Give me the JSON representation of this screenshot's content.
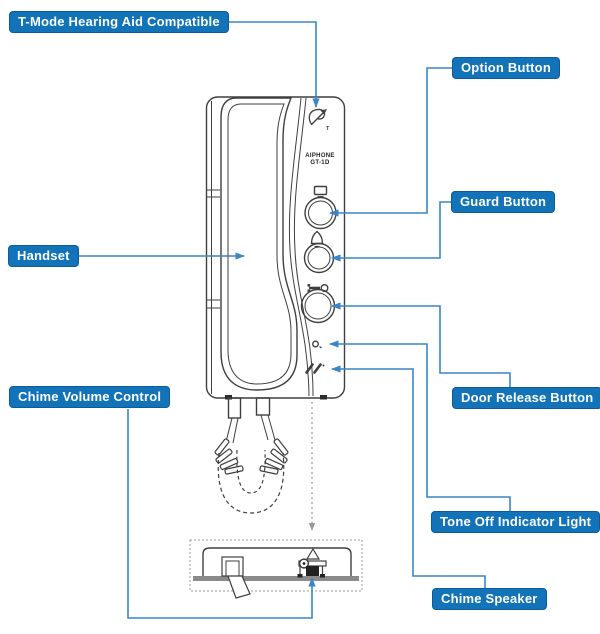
{
  "diagram_title": "Intercom handset station feature diagram",
  "device": {
    "brand": "AIPHONE",
    "model": "GT-1D",
    "t_mark": "T"
  },
  "callouts": {
    "t_mode": "T-Mode Hearing Aid Compatible",
    "option": "Option Button",
    "guard": "Guard Button",
    "handset": "Handset",
    "chime_volume": "Chime Volume Control",
    "door_release": "Door Release Button",
    "tone_off": "Tone Off Indicator Light",
    "chime_speaker": "Chime Speaker"
  },
  "icons": {
    "hearing_aid": "ear-with-arrow-t-mode-icon",
    "option_button": "door-station-monitor-icon",
    "guard_button": "bell-icon",
    "door_release_button": "key-icon",
    "tone_off_indicator": "led-dot-icon",
    "chime_speaker": "speaker-slits-icon",
    "chime_mechanism": "bell-triangle-icon"
  },
  "colors": {
    "label_bg": "#1273b9",
    "label_border": "#0d5c99",
    "label_text": "#ffffff",
    "connector": "#3a86c6",
    "line_art": "#3f3f3f",
    "dashed_guide": "#999999",
    "base_bar": "#8a8a8a"
  }
}
